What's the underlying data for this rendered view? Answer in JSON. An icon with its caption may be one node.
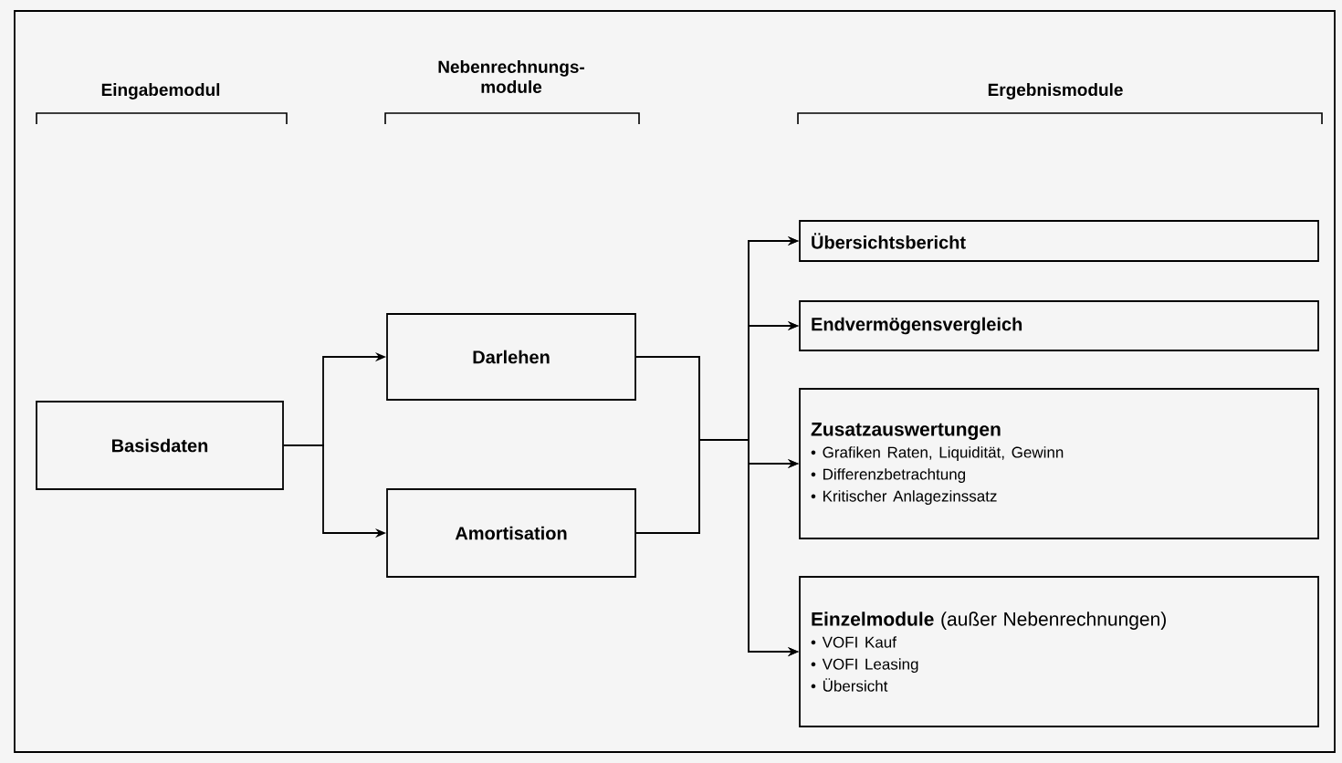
{
  "diagram": {
    "nodes": [
      {
        "text": [
          "Basisdaten"
        ]
      },
      {
        "text": [
          "Darlehen"
        ]
      },
      {
        "text": [
          "Amortisation"
        ]
      },
      {
        "text": [
          "Übersichtsbericht"
        ]
      },
      {
        "text": [
          "Endvermögensvergleich"
        ]
      },
      {
        "text": [
          "Zusatzauswertungen",
          "• Grafiken Raten, Liquidität, Gewinn",
          "• Differenzbetrachtung",
          "• Kritischer Anlagezinssatz"
        ]
      },
      {
        "text": [
          "**Einzelmodule** (außer Nebenrechnungen)",
          "• VOFI Kauf",
          "• VOFI Leasing",
          "• Übersicht"
        ]
      }
    ],
    "edges": [
      {
        "from": 0,
        "to": 1,
        "arrow": "to"
      },
      {
        "from": 0,
        "to": 2,
        "arrow": "to"
      },
      {
        "from": 1,
        "to": 3,
        "arrow": "to"
      },
      {
        "from": 1,
        "to": 4,
        "arrow": "to"
      },
      {
        "from": 1,
        "to": 5,
        "arrow": "to"
      },
      {
        "from": 1,
        "to": 6,
        "arrow": "to"
      },
      {
        "from": 2,
        "to": 3,
        "arrow": "to"
      },
      {
        "from": 2,
        "to": 4,
        "arrow": "to"
      },
      {
        "from": 2,
        "to": 5,
        "arrow": "to"
      },
      {
        "from": 2,
        "to": 6,
        "arrow": "to"
      }
    ],
    "labels": [
      "Nebenrechnungs- module",
      "Eingabemodul",
      "Ergebnismodule"
    ]
  }
}
